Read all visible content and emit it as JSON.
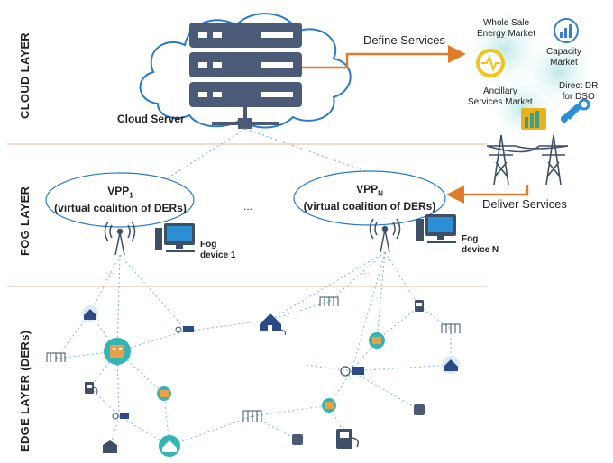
{
  "layers": {
    "cloud": "CLOUD LAYER",
    "fog": "FOG LAYER",
    "edge": "EDGE LAYER (DERs)"
  },
  "cloud": {
    "server_label": "Cloud Server",
    "define_services": "Define Services",
    "deliver_services": "Deliver Services"
  },
  "markets": {
    "wholesale": [
      "Whole Sale",
      "Energy Market"
    ],
    "capacity": [
      "Capacity",
      "Market"
    ],
    "ancillary": [
      "Ancillary",
      "Services Market"
    ],
    "direct_dr": [
      "Direct DR",
      "for DSO"
    ]
  },
  "fog": {
    "vpp1": {
      "title": "VPP",
      "subscript": "1",
      "subtitle": "(virtual coalition of DERs)"
    },
    "vppn": {
      "title": "VPP",
      "subscript": "N",
      "subtitle": "(virtual coalition of DERs)"
    },
    "ellipsis": "...",
    "device1": [
      "Fog",
      "device 1"
    ],
    "deviceN": [
      "Fog",
      "device N"
    ],
    "tower_ellipsis": "..."
  },
  "colors": {
    "arrow": "#e07b2a",
    "cloud_stroke": "#2a79c4",
    "server": "#4b5b77",
    "divider": "#f0c4a8",
    "link": "#7fb5e0",
    "node_teal": "#34b4b4"
  }
}
